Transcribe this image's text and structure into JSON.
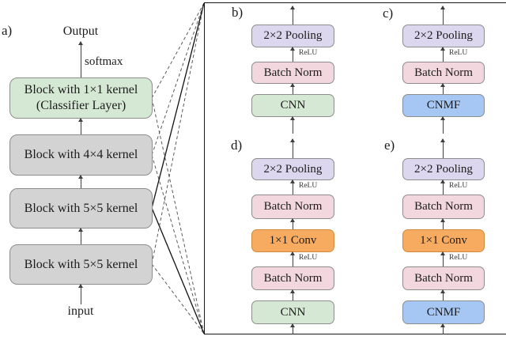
{
  "colors": {
    "block_green": "#d5e8d4",
    "block_gray": "#d3d3d3",
    "block_lavender": "#dcd7ee",
    "block_pink": "#f2d7de",
    "block_orange": "#f7ab61",
    "block_orange_border": "#d08b3a",
    "block_blue": "#a6c6f4",
    "block_border": "#8d8d8d",
    "connector_dashed": "#5a5a5a",
    "connector_solid": "#111111"
  },
  "left_diagram": {
    "label": "a)",
    "output_label": "Output",
    "softmax_label": "softmax",
    "input_label": "input",
    "blocks": [
      {
        "label": "Block with 1×1 kernel",
        "sublabel": "(Classifier Layer)"
      },
      {
        "label": "Block with 4×4 kernel"
      },
      {
        "label": "Block with 5×5 kernel"
      },
      {
        "label": "Block with 5×5 kernel"
      }
    ]
  },
  "panels": [
    {
      "label": "b)",
      "blocks": [
        "2×2 Pooling",
        "Batch Norm",
        "CNN"
      ],
      "relu": [
        "ReLU"
      ]
    },
    {
      "label": "c)",
      "blocks": [
        "2×2 Pooling",
        "Batch Norm",
        "CNMF"
      ],
      "relu": [
        "ReLU"
      ]
    },
    {
      "label": "d)",
      "blocks": [
        "2×2 Pooling",
        "Batch Norm",
        "1×1 Conv",
        "Batch Norm",
        "CNN"
      ],
      "relu": [
        "ReLU",
        "ReLU"
      ]
    },
    {
      "label": "e)",
      "blocks": [
        "2×2 Pooling",
        "Batch Norm",
        "1×1 Conv",
        "Batch Norm",
        "CNMF"
      ],
      "relu": [
        "ReLU",
        "ReLU"
      ]
    }
  ]
}
